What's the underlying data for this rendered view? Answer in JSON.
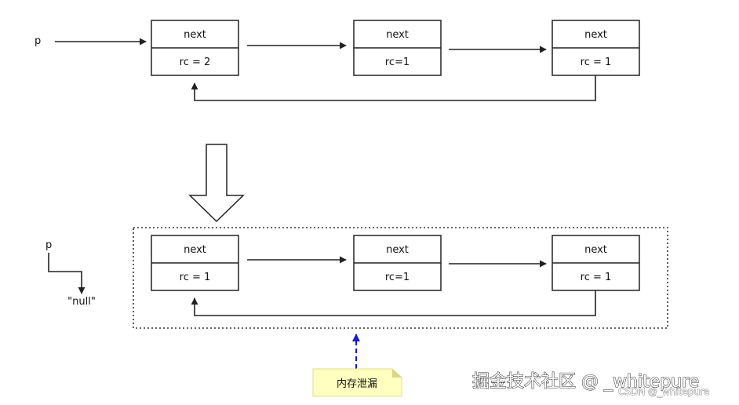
{
  "top": {
    "pointer_label": "p",
    "nodes": [
      {
        "next_label": "next",
        "rc_label": "rc = 2"
      },
      {
        "next_label": "next",
        "rc_label": "rc=1"
      },
      {
        "next_label": "next",
        "rc_label": "rc = 1"
      }
    ]
  },
  "bottom": {
    "pointer_label": "p",
    "null_label": "\"null\"",
    "nodes": [
      {
        "next_label": "next",
        "rc_label": "rc = 1"
      },
      {
        "next_label": "next",
        "rc_label": "rc=1"
      },
      {
        "next_label": "next",
        "rc_label": "rc = 1"
      }
    ]
  },
  "note": {
    "text": "内存泄漏"
  },
  "watermark": {
    "primary": "掘金技术社区 @ _whitepure",
    "secondary": "CSDN @_whitepure"
  }
}
